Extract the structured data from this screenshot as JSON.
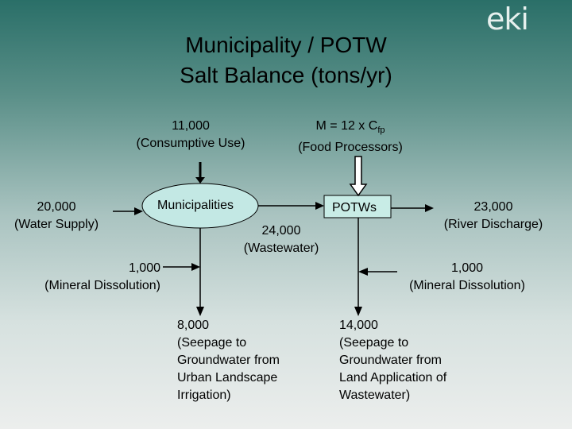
{
  "logo": {
    "text": "eki"
  },
  "title": {
    "line1": "Municipality / POTW",
    "line2": "Salt Balance (tons/yr)"
  },
  "nodes": {
    "municipalities": "Municipalities",
    "potws": "POTWs"
  },
  "flows": {
    "consumptive_use": {
      "value": "11,000",
      "label": "(Consumptive Use)"
    },
    "food_processors": {
      "formula_prefix": "M = 12 x C",
      "formula_sub": "fp",
      "label": "(Food Processors)"
    },
    "water_supply": {
      "value": "20,000",
      "label": "(Water Supply)"
    },
    "wastewater": {
      "value": "24,000",
      "label": "(Wastewater)"
    },
    "river_discharge": {
      "value": "23,000",
      "label": "(River Discharge)"
    },
    "mineral_dissolution_left": {
      "value": "1,000",
      "label": "(Mineral Dissolution)"
    },
    "mineral_dissolution_right": {
      "value": "1,000",
      "label": "(Mineral Dissolution)"
    },
    "seepage_urban": {
      "value": "8,000",
      "lines": [
        "(Seepage to",
        "Groundwater from",
        "Urban Landscape",
        "Irrigation)"
      ]
    },
    "seepage_land": {
      "value": "14,000",
      "lines": [
        "(Seepage to",
        "Groundwater from",
        "Land Application of",
        "Wastewater)"
      ]
    }
  },
  "colors": {
    "muni_fill": "#c3e8e4",
    "potw_fill": "#c8ece6",
    "line": "#000000",
    "arrow_outline": "#000000"
  }
}
